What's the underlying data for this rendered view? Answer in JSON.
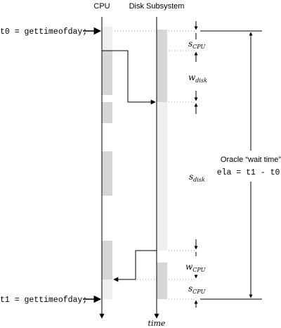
{
  "columns": {
    "cpu": "CPU",
    "disk": "Disk Subsystem",
    "time": "time"
  },
  "code": {
    "t0": "t0 = gettimeofday;",
    "t1": "t1 = gettimeofday;"
  },
  "segments": {
    "s_cpu_top": {
      "base": "s",
      "sub": "CPU"
    },
    "w_disk": {
      "base": "w",
      "sub": "disk"
    },
    "s_disk": {
      "base": "s",
      "sub": "disk"
    },
    "w_cpu": {
      "base": "w",
      "sub": "CPU"
    },
    "s_cpu_bottom": {
      "base": "s",
      "sub": "CPU"
    }
  },
  "oracle": {
    "label": "Oracle “wait time”",
    "formula": "ela = t1 - t0;"
  },
  "colors": {
    "light_fill": "#efefef",
    "dark_fill": "#d6d6d6",
    "stroke": "#000000",
    "dotted": "#999999"
  }
}
